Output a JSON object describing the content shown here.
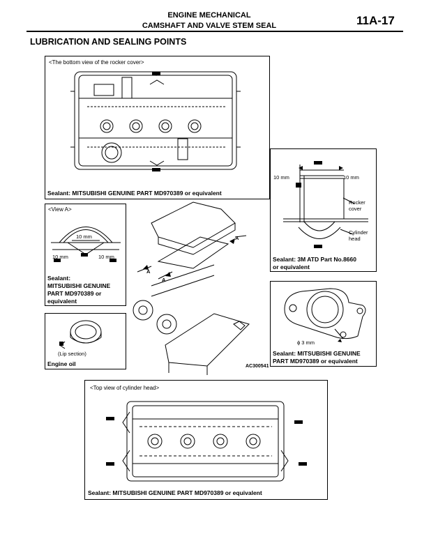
{
  "header": {
    "title_line1": "ENGINE MECHANICAL",
    "title_line2": "CAMSHAFT AND VALVE STEM SEAL",
    "page_number": "11A-17"
  },
  "section_title": "LUBRICATION AND SEALING POINTS",
  "rocker_cover_box": {
    "caption": "<The bottom view of the rocker cover>",
    "sealant": "Sealant: MITSUBISHI GENUINE PART MD970389 or equivalent"
  },
  "view_a_box": {
    "caption": "<View A>",
    "dim_top": "10 mm",
    "dim_left": "10 mm",
    "dim_right": "10 mm",
    "sealant_lines": [
      "Sealant:",
      "MITSUBISHI GENUINE",
      "PART MD970389 or",
      "equivalent"
    ]
  },
  "detail_3m_box": {
    "dim_left": "10 mm",
    "dim_right": "10 mm",
    "label_rocker_cover": [
      "Rocker",
      "cover"
    ],
    "label_cylinder_head": [
      "Cylinder",
      "head"
    ],
    "sealant_lines": [
      "Sealant: 3M ATD Part No.8660",
      "or equivalent"
    ]
  },
  "oil_seal_box": {
    "lip_label": "(Lip section)",
    "note": "Engine oil"
  },
  "thermostat_box": {
    "dim": "ϕ 3 mm",
    "sealant_lines": [
      "Sealant: MITSUBISHI GENUINE",
      "PART MD970389 or equivalent"
    ]
  },
  "exploded_view": {
    "view_markers": [
      "A",
      "A",
      "A"
    ],
    "figure_code": "AC300541"
  },
  "cylinder_head_box": {
    "caption": "<Top view of cylinder head>",
    "sealant": "Sealant: MITSUBISHI GENUINE PART MD970389 or equivalent"
  }
}
